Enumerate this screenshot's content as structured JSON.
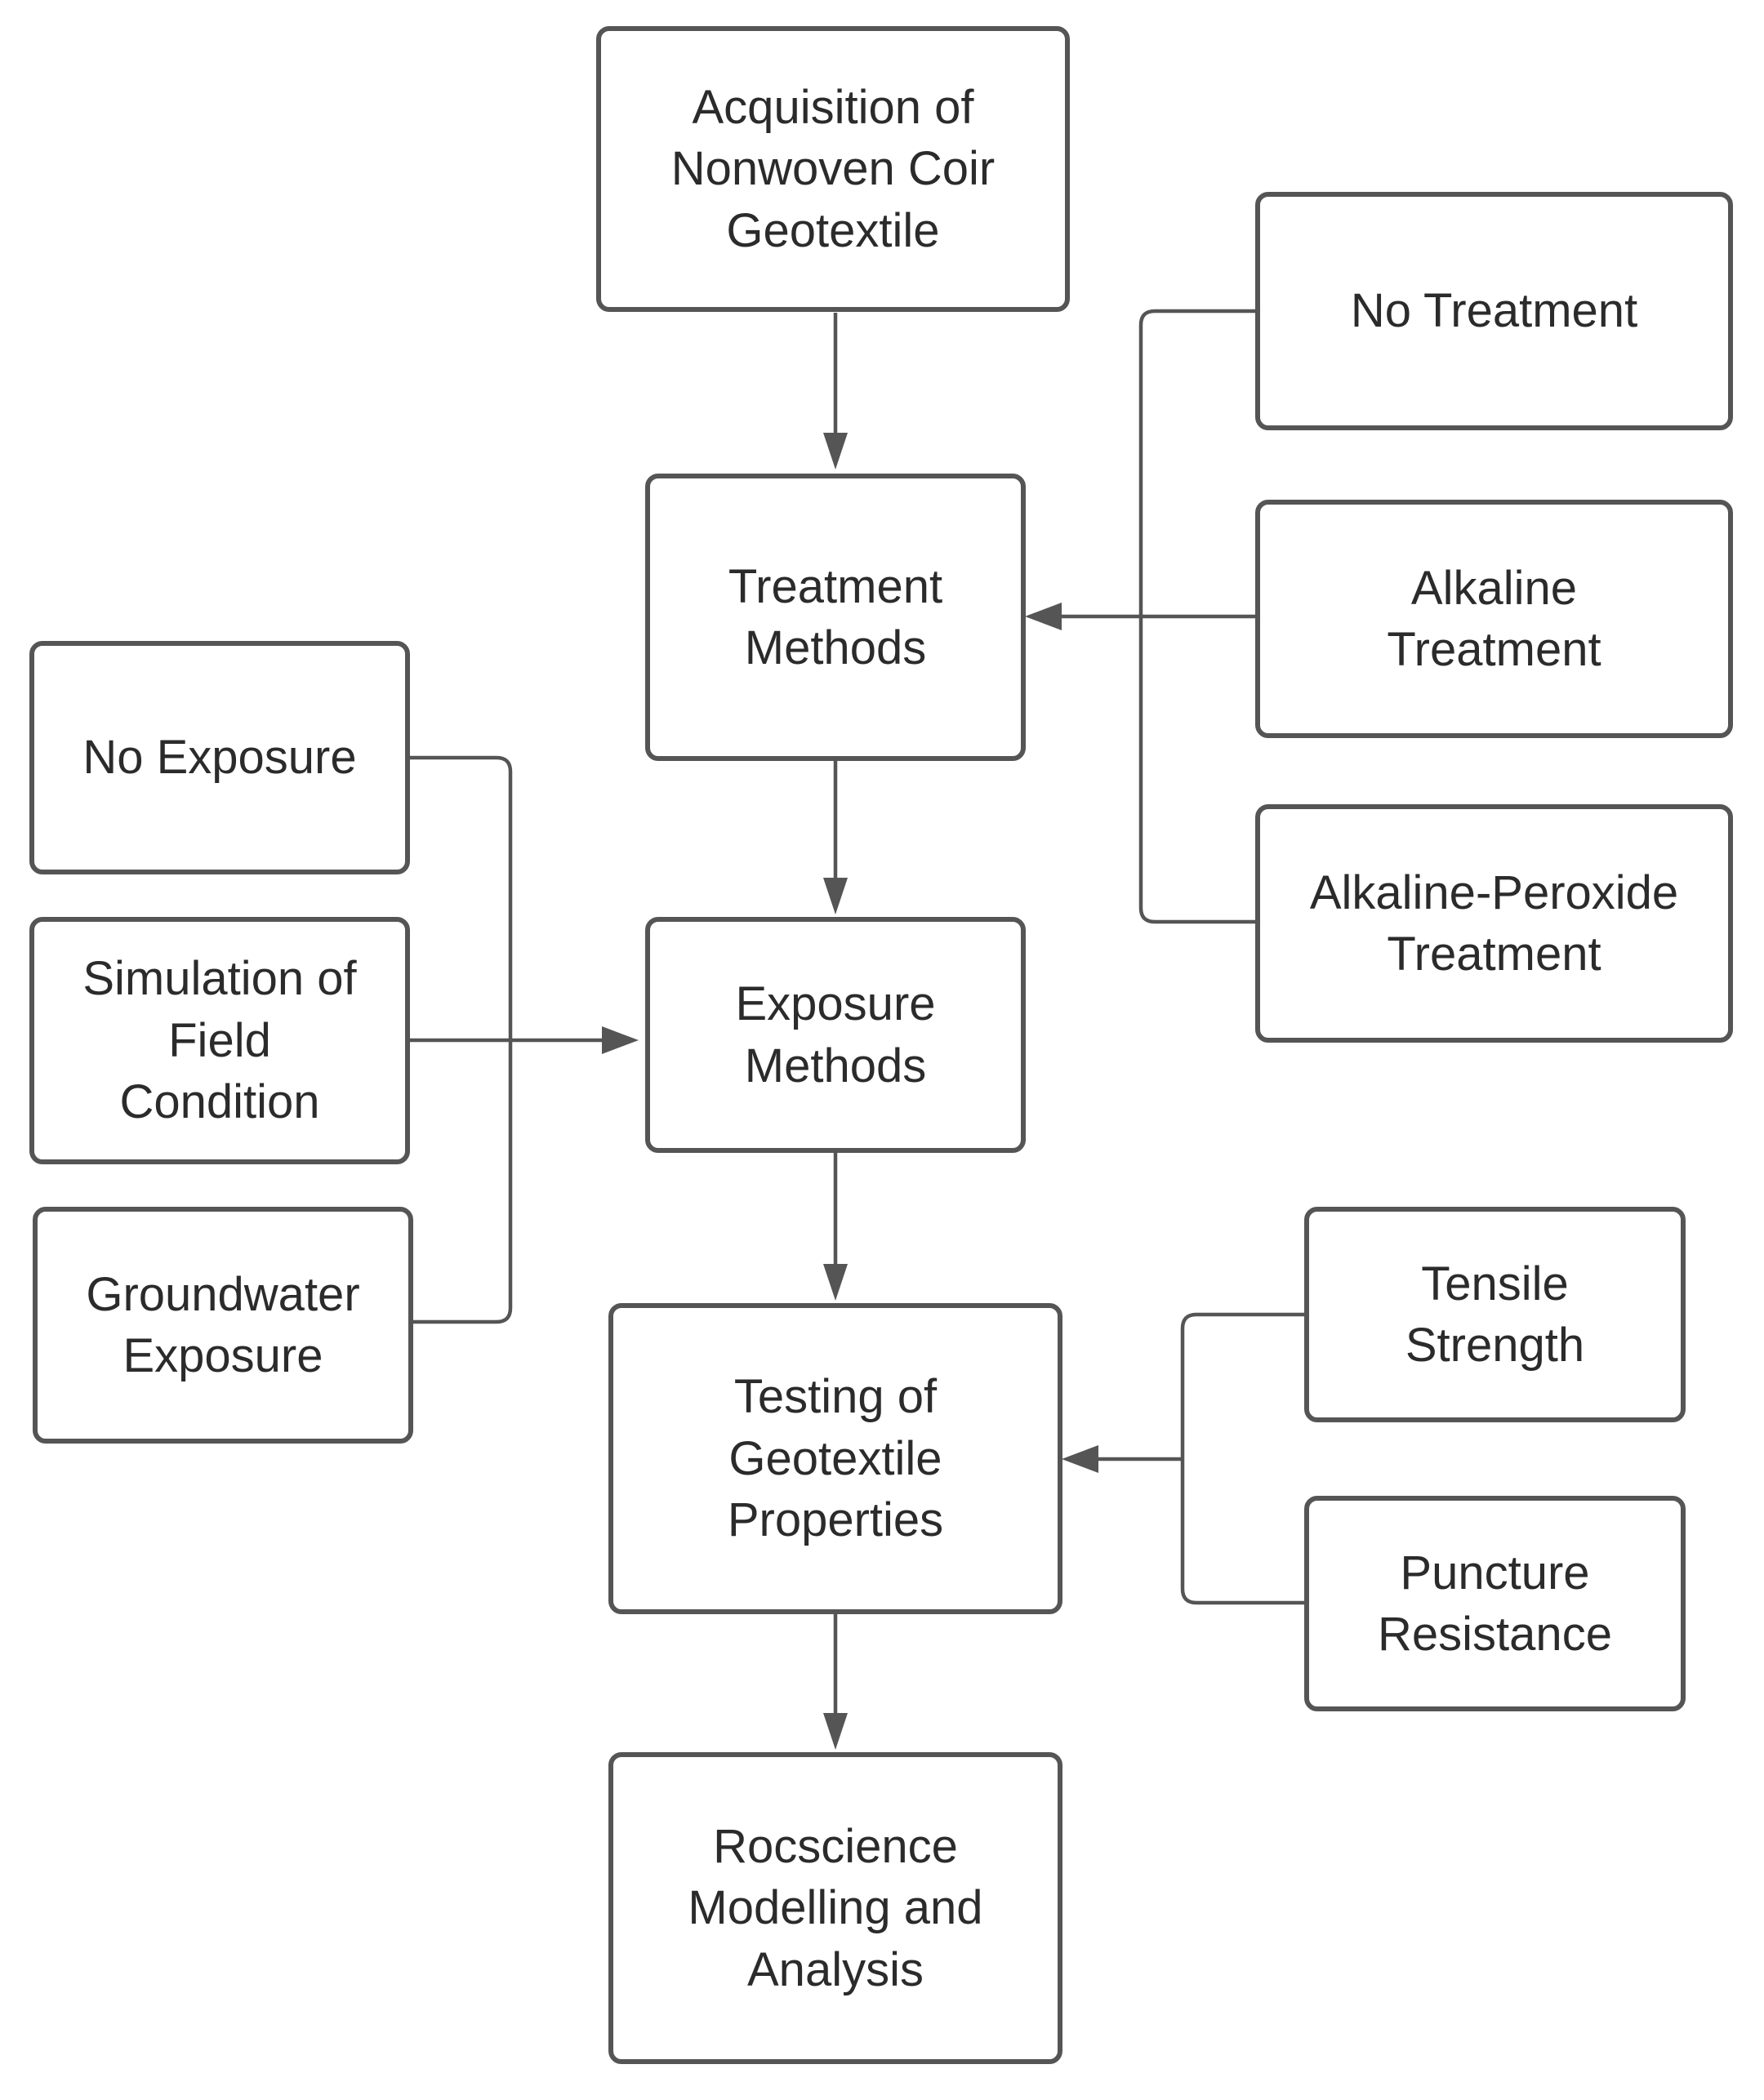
{
  "nodes": {
    "acquisition": "Acquisition of\nNonwoven Coir\nGeotextile",
    "treatment_methods": "Treatment\nMethods",
    "no_treatment": "No Treatment",
    "alkaline_treatment": "Alkaline\nTreatment",
    "alkaline_peroxide_treatment": "Alkaline-Peroxide\nTreatment",
    "exposure_methods": "Exposure\nMethods",
    "no_exposure": "No Exposure",
    "simulation_field": "Simulation of\nField\nCondition",
    "groundwater_exposure": "Groundwater\nExposure",
    "testing_properties": "Testing of\nGeotextile\nProperties",
    "tensile_strength": "Tensile\nStrength",
    "puncture_resistance": "Puncture\nResistance",
    "rocscience_modelling": "Rocscience\nModelling and\nAnalysis"
  }
}
